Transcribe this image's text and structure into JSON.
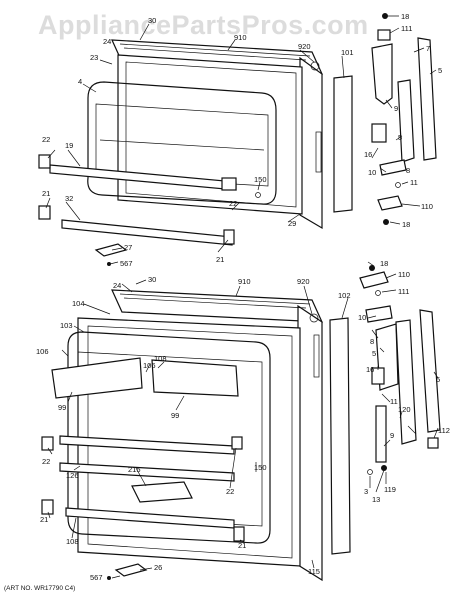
{
  "watermark": "AppliancePartsPros.com",
  "art_no": "(ART NO. WR17790 C4)",
  "labels": {
    "fz_18": "18",
    "fz_111": "111",
    "fz_7": "7",
    "fz_5": "5",
    "fz_30": "30",
    "fz_24": "24",
    "fz_910": "910",
    "fz_920": "920",
    "fz_101": "101",
    "fz_23": "23",
    "fz_4": "4",
    "fz_9": "9",
    "fz_5b": "5",
    "fz_16": "16",
    "fz_8": "8",
    "fz_10": "10",
    "fz_11": "11",
    "fz_110": "110",
    "fz_18b": "18",
    "fz_22": "22",
    "fz_19": "19",
    "fz_150": "150",
    "fz_22b": "22",
    "fz_29": "29",
    "fz_21": "21",
    "fz_32": "32",
    "fz_27": "27",
    "fz_21b": "21",
    "fz_567": "567",
    "ff_18": "18",
    "ff_110": "110",
    "ff_30": "30",
    "ff_24": "24",
    "ff_910": "910",
    "ff_920": "920",
    "ff_111": "111",
    "ff_104": "104",
    "ff_102": "102",
    "ff_103": "103",
    "ff_10": "10",
    "ff_8": "8",
    "ff_106": "106",
    "ff_108": "108",
    "ff_106b": "106",
    "ff_5": "5",
    "ff_16": "16",
    "ff_99": "99",
    "ff_99b": "99",
    "ff_5b": "5",
    "ff_11": "11",
    "ff_120": "120",
    "ff_112": "112",
    "ff_22": "22",
    "ff_126": "126",
    "ff_150": "150",
    "ff_9": "9",
    "ff_215": "215",
    "ff_22b": "22",
    "ff_3": "3",
    "ff_13": "13",
    "ff_119": "119",
    "ff_21": "21",
    "ff_108b": "108",
    "ff_21b": "21",
    "ff_26": "26",
    "ff_567": "567",
    "ff_115": "115"
  }
}
